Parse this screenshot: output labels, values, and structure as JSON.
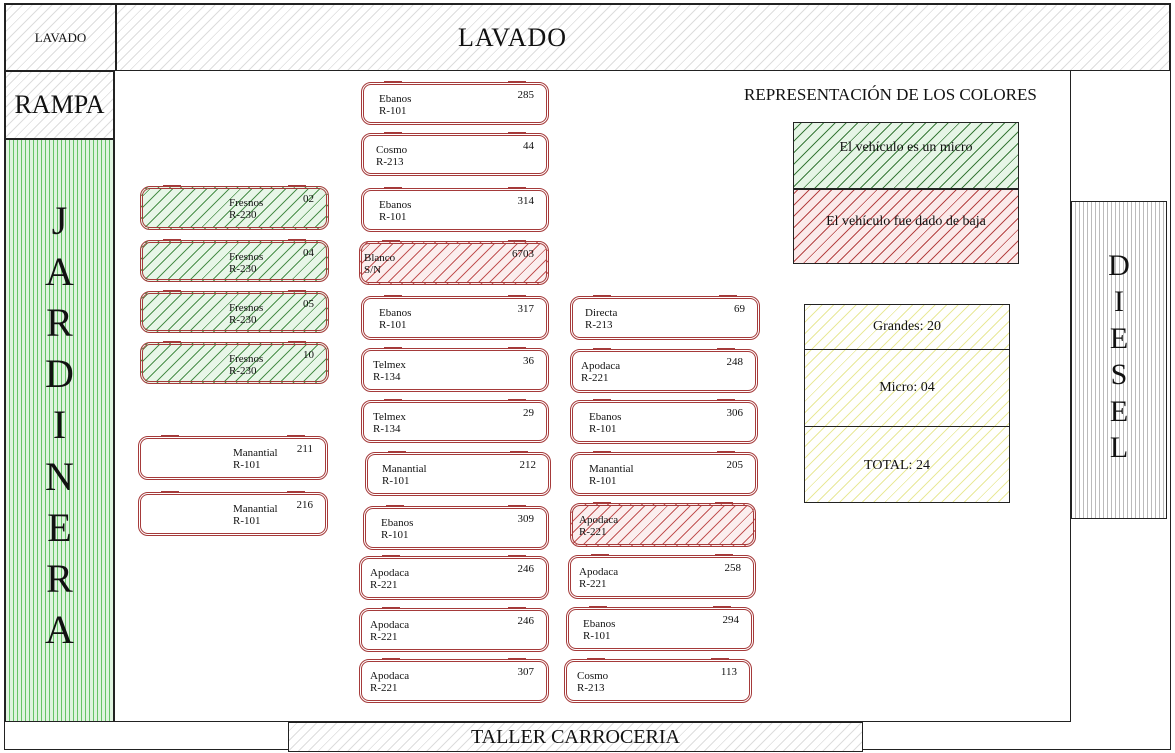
{
  "zones": {
    "lavado_small": "LAVADO",
    "lavado_main": "LAVADO",
    "rampa": "RAMPA",
    "jardinera": [
      "J",
      "A",
      "R",
      "D",
      "I",
      "N",
      "E",
      "R",
      "A"
    ],
    "diesel": [
      "D",
      "I",
      "E",
      "S",
      "E",
      "L"
    ],
    "taller": "TALLER CARROCERIA"
  },
  "legend": {
    "title": "REPRESENTACIÓN DE LOS COLORES",
    "micro_text": "El vehículo es un micro",
    "baja_text": "El vehículo fue dado de baja",
    "micro_color": "#3a7a3a",
    "baja_color": "#b64545"
  },
  "stats": {
    "grandes": "Grandes: 20",
    "micro": "Micro: 04",
    "total": "TOTAL: 24"
  },
  "vehicles": [
    {
      "name": "Fresnos",
      "route": "R-230",
      "num": "02",
      "status": "micro"
    },
    {
      "name": "Fresnos",
      "route": "R-230",
      "num": "04",
      "status": "micro"
    },
    {
      "name": "Fresnos",
      "route": "R-230",
      "num": "05",
      "status": "micro"
    },
    {
      "name": "Fresnos",
      "route": "R-230",
      "num": "10",
      "status": "micro"
    },
    {
      "name": "Manantial",
      "route": "R-101",
      "num": "211",
      "status": "normal"
    },
    {
      "name": "Manantial",
      "route": "R-101",
      "num": "216",
      "status": "normal"
    },
    {
      "name": "Ebanos",
      "route": "R-101",
      "num": "285",
      "status": "normal"
    },
    {
      "name": "Cosmo",
      "route": "R-213",
      "num": "44",
      "status": "normal"
    },
    {
      "name": "Ebanos",
      "route": "R-101",
      "num": "314",
      "status": "normal"
    },
    {
      "name": "Blanco",
      "route": "S/N",
      "num": "6703",
      "status": "baja"
    },
    {
      "name": "Ebanos",
      "route": "R-101",
      "num": "317",
      "status": "normal"
    },
    {
      "name": "Telmex",
      "route": "R-134",
      "num": "36",
      "status": "normal"
    },
    {
      "name": "Telmex",
      "route": "R-134",
      "num": "29",
      "status": "normal"
    },
    {
      "name": "Manantial",
      "route": "R-101",
      "num": "212",
      "status": "normal"
    },
    {
      "name": "Ebanos",
      "route": "R-101",
      "num": "309",
      "status": "normal"
    },
    {
      "name": "Apodaca",
      "route": "R-221",
      "num": "246",
      "status": "normal"
    },
    {
      "name": "Apodaca",
      "route": "R-221",
      "num": "246",
      "status": "normal"
    },
    {
      "name": "Apodaca",
      "route": "R-221",
      "num": "307",
      "status": "normal"
    },
    {
      "name": "Directa",
      "route": "R-213",
      "num": "69",
      "status": "normal"
    },
    {
      "name": "Apodaca",
      "route": "R-221",
      "num": "248",
      "status": "normal"
    },
    {
      "name": "Ebanos",
      "route": "R-101",
      "num": "306",
      "status": "normal"
    },
    {
      "name": "Manantial",
      "route": "R-101",
      "num": "205",
      "status": "normal"
    },
    {
      "name": "Apodaca",
      "route": "R-221",
      "num": "",
      "status": "baja"
    },
    {
      "name": "Apodaca",
      "route": "R-221",
      "num": "258",
      "status": "normal"
    },
    {
      "name": "Ebanos",
      "route": "R-101",
      "num": "294",
      "status": "normal"
    },
    {
      "name": "Cosmo",
      "route": "R-213",
      "num": "113",
      "status": "normal"
    }
  ]
}
